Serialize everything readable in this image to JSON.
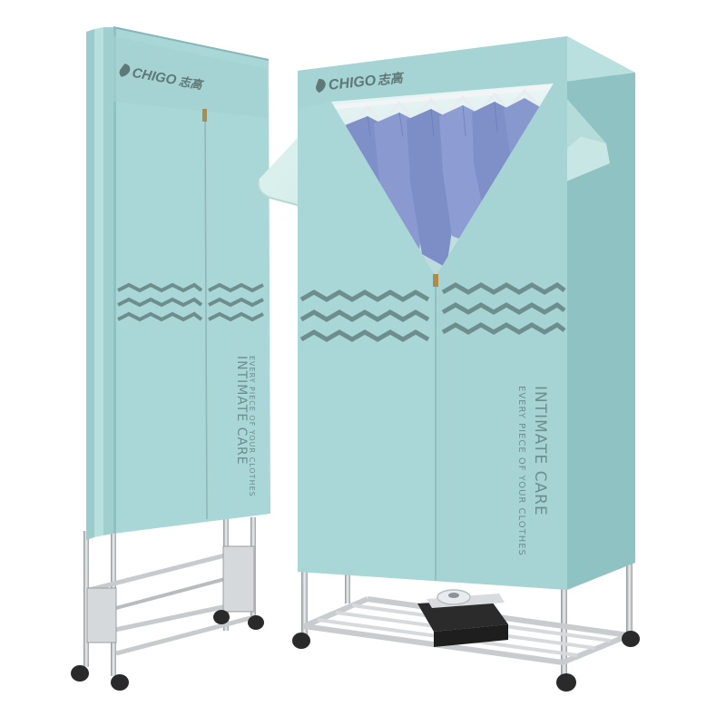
{
  "brand": {
    "name": "CHIGO",
    "name_cn": "志高"
  },
  "slogan": {
    "main": "INTIMATE CARE",
    "sub": "EVERY PIECE OF YOUR CLOTHES"
  },
  "colors": {
    "cover": "#a9d6d6",
    "cover_dark": "#8fc2c3",
    "cover_light": "#cdeae8",
    "lining": "#d9f0ec",
    "zigzag": "#6e8e8d",
    "logo": "#5f7878",
    "shirt": "#8a9ad0",
    "frame": "#c9ccce",
    "wheel": "#2a2a2a"
  }
}
